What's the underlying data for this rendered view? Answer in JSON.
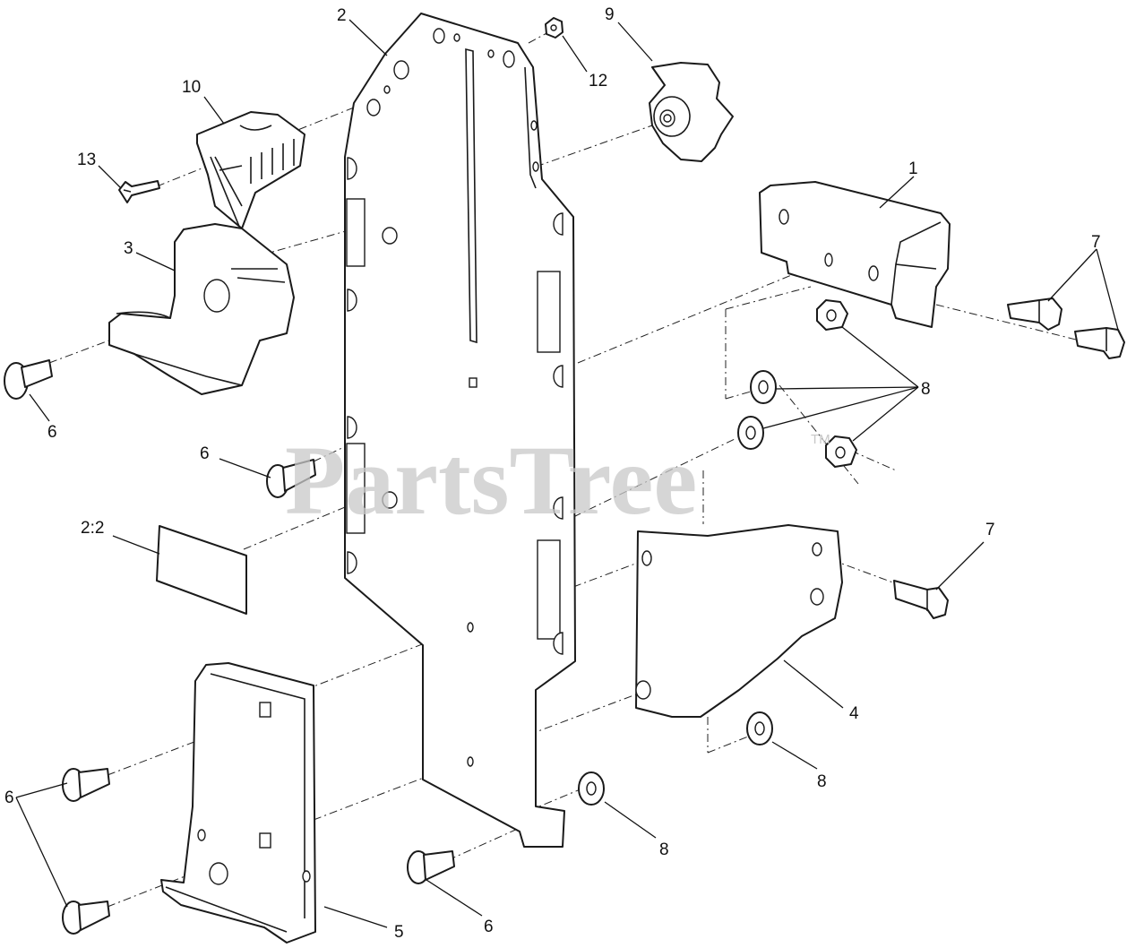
{
  "watermark": {
    "text": "PartsTree",
    "trademark": "TM"
  },
  "callouts": {
    "c1": "1",
    "c2": "2",
    "c2_2": "2:2",
    "c3": "3",
    "c4": "4",
    "c5": "5",
    "c6a": "6",
    "c6b": "6",
    "c6c": "6",
    "c6d": "6",
    "c7a": "7",
    "c7b": "7",
    "c8a": "8",
    "c8b": "8",
    "c8c": "8",
    "c9": "9",
    "c10": "10",
    "c12": "12",
    "c13": "13"
  },
  "colors": {
    "line": "#1a1a1a",
    "watermark": "#c8c8c8",
    "background": "#ffffff"
  }
}
